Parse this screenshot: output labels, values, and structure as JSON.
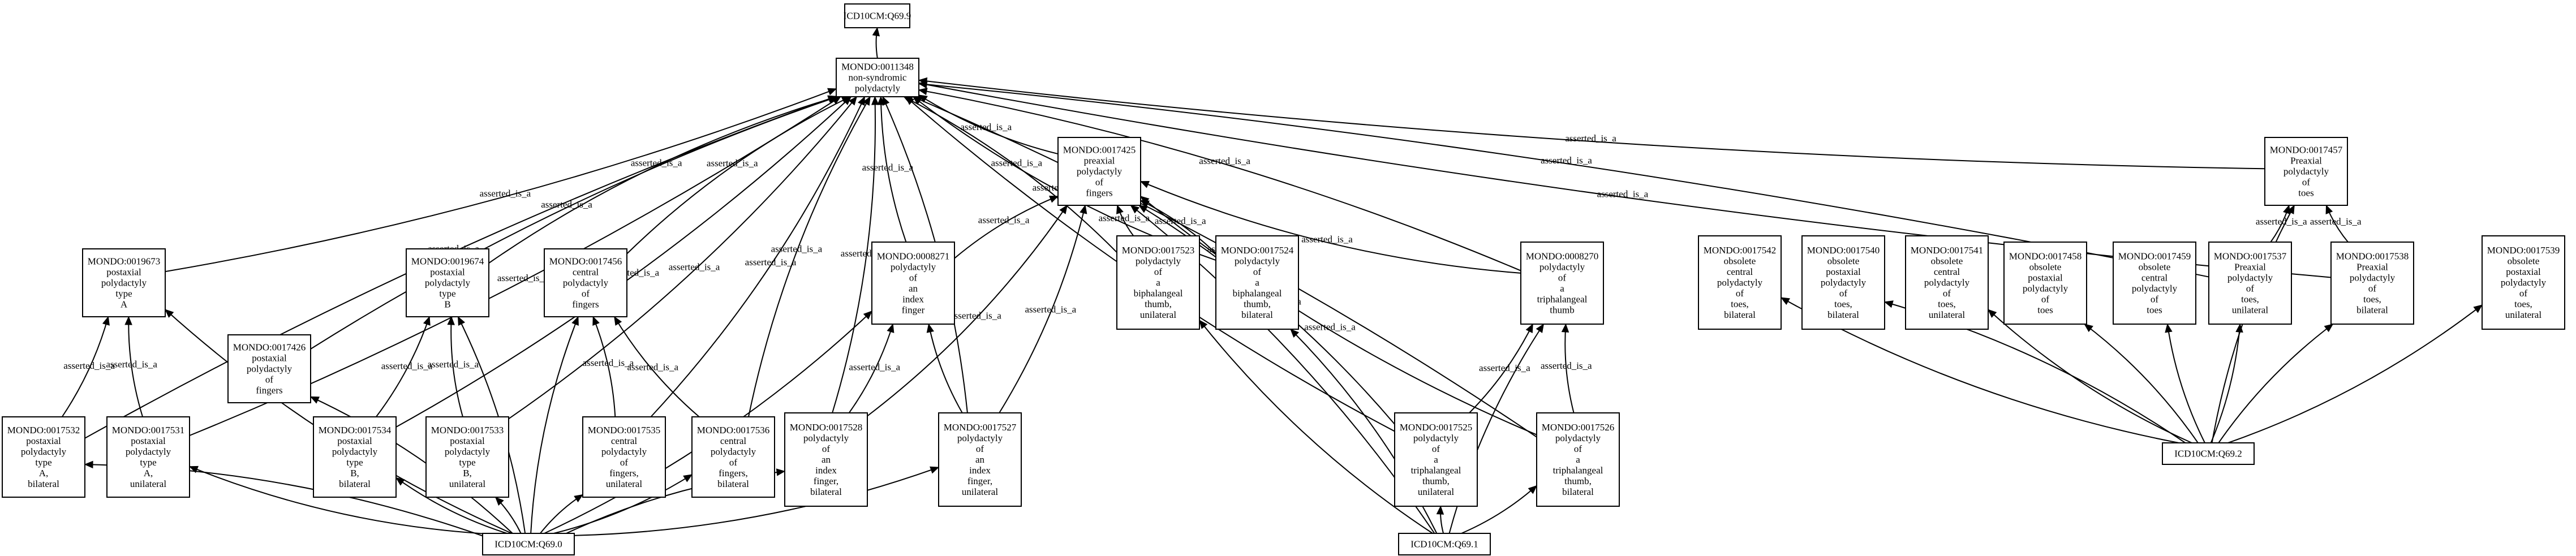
{
  "nodes": [
    {
      "id": "icd_q699",
      "lines": [
        "ICD10CM:Q69.9"
      ]
    },
    {
      "id": "m0011348",
      "lines": [
        "MONDO:0011348",
        "non-syndromic",
        "polydactyly"
      ]
    },
    {
      "id": "m0017425",
      "lines": [
        "MONDO:0017425",
        "preaxial",
        "polydactyly",
        "of",
        "fingers"
      ]
    },
    {
      "id": "m0017457",
      "lines": [
        "MONDO:0017457",
        "Preaxial",
        "polydactyly",
        "of",
        "toes"
      ]
    },
    {
      "id": "m0019673",
      "lines": [
        "MONDO:0019673",
        "postaxial",
        "polydactyly",
        "type",
        "A"
      ]
    },
    {
      "id": "m0017426",
      "lines": [
        "MONDO:0017426",
        "postaxial",
        "polydactyly",
        "of",
        "fingers"
      ]
    },
    {
      "id": "m0019674",
      "lines": [
        "MONDO:0019674",
        "postaxial",
        "polydactyly",
        "type",
        "B"
      ]
    },
    {
      "id": "m0017456",
      "lines": [
        "MONDO:0017456",
        "central",
        "polydactyly",
        "of",
        "fingers"
      ]
    },
    {
      "id": "m0008271",
      "lines": [
        "MONDO:0008271",
        "polydactyly",
        "of",
        "an",
        "index",
        "finger"
      ]
    },
    {
      "id": "m0017523",
      "lines": [
        "MONDO:0017523",
        "polydactyly",
        "of",
        "a",
        "biphalangeal",
        "thumb,",
        "unilateral"
      ]
    },
    {
      "id": "m0017524",
      "lines": [
        "MONDO:0017524",
        "polydactyly",
        "of",
        "a",
        "biphalangeal",
        "thumb,",
        "bilateral"
      ]
    },
    {
      "id": "m0008270",
      "lines": [
        "MONDO:0008270",
        "polydactyly",
        "of",
        "a",
        "triphalangeal",
        "thumb"
      ]
    },
    {
      "id": "m0017542",
      "lines": [
        "MONDO:0017542",
        "obsolete",
        "central",
        "polydactyly",
        "of",
        "toes,",
        "bilateral"
      ]
    },
    {
      "id": "m0017540",
      "lines": [
        "MONDO:0017540",
        "obsolete",
        "postaxial",
        "polydactyly",
        "of",
        "toes,",
        "bilateral"
      ]
    },
    {
      "id": "m0017541",
      "lines": [
        "MONDO:0017541",
        "obsolete",
        "central",
        "polydactyly",
        "of",
        "toes,",
        "unilateral"
      ]
    },
    {
      "id": "m0017458",
      "lines": [
        "MONDO:0017458",
        "obsolete",
        "postaxial",
        "polydactyly",
        "of",
        "toes"
      ]
    },
    {
      "id": "m0017459",
      "lines": [
        "MONDO:0017459",
        "obsolete",
        "central",
        "polydactyly",
        "of",
        "toes"
      ]
    },
    {
      "id": "m0017537",
      "lines": [
        "MONDO:0017537",
        "Preaxial",
        "polydactyly",
        "of",
        "toes,",
        "unilateral"
      ]
    },
    {
      "id": "m0017538",
      "lines": [
        "MONDO:0017538",
        "Preaxial",
        "polydactyly",
        "of",
        "toes,",
        "bilateral"
      ]
    },
    {
      "id": "m0017539",
      "lines": [
        "MONDO:0017539",
        "obsolete",
        "postaxial",
        "polydactyly",
        "of",
        "toes,",
        "unilateral"
      ]
    },
    {
      "id": "m0017532",
      "lines": [
        "MONDO:0017532",
        "postaxial",
        "polydactyly",
        "type",
        "A,",
        "bilateral"
      ]
    },
    {
      "id": "m0017531",
      "lines": [
        "MONDO:0017531",
        "postaxial",
        "polydactyly",
        "type",
        "A,",
        "unilateral"
      ]
    },
    {
      "id": "m0017534",
      "lines": [
        "MONDO:0017534",
        "postaxial",
        "polydactyly",
        "type",
        "B,",
        "bilateral"
      ]
    },
    {
      "id": "m0017533",
      "lines": [
        "MONDO:0017533",
        "postaxial",
        "polydactyly",
        "type",
        "B,",
        "unilateral"
      ]
    },
    {
      "id": "m0017535",
      "lines": [
        "MONDO:0017535",
        "central",
        "polydactyly",
        "of",
        "fingers,",
        "unilateral"
      ]
    },
    {
      "id": "m0017536",
      "lines": [
        "MONDO:0017536",
        "central",
        "polydactyly",
        "of",
        "fingers,",
        "bilateral"
      ]
    },
    {
      "id": "m0017528",
      "lines": [
        "MONDO:0017528",
        "polydactyly",
        "of",
        "an",
        "index",
        "finger,",
        "bilateral"
      ]
    },
    {
      "id": "m0017527",
      "lines": [
        "MONDO:0017527",
        "polydactyly",
        "of",
        "an",
        "index",
        "finger,",
        "unilateral"
      ]
    },
    {
      "id": "m0017525",
      "lines": [
        "MONDO:0017525",
        "polydactyly",
        "of",
        "a",
        "triphalangeal",
        "thumb,",
        "unilateral"
      ]
    },
    {
      "id": "m0017526",
      "lines": [
        "MONDO:0017526",
        "polydactyly",
        "of",
        "a",
        "triphalangeal",
        "thumb,",
        "bilateral"
      ]
    },
    {
      "id": "icd_q690",
      "lines": [
        "ICD10CM:Q69.0"
      ]
    },
    {
      "id": "icd_q691",
      "lines": [
        "ICD10CM:Q69.1"
      ]
    },
    {
      "id": "icd_q692",
      "lines": [
        "ICD10CM:Q69.2"
      ]
    }
  ],
  "edges": [
    {
      "from": "m0011348",
      "to": "icd_q699",
      "label": ""
    },
    {
      "from": "m0019673",
      "to": "m0011348",
      "label": "asserted_is_a"
    },
    {
      "from": "m0017532",
      "to": "m0011348",
      "label": "asserted_is_a"
    },
    {
      "from": "m0017531",
      "to": "m0011348",
      "label": "asserted_is_a"
    },
    {
      "from": "m0017426",
      "to": "m0011348",
      "label": "asserted_is_a"
    },
    {
      "from": "m0017534",
      "to": "m0011348",
      "label": "asserted_is_a"
    },
    {
      "from": "m0019674",
      "to": "m0011348",
      "label": "asserted_is_a"
    },
    {
      "from": "m0017533",
      "to": "m0011348",
      "label": "asserted_is_a"
    },
    {
      "from": "m0017456",
      "to": "m0011348",
      "label": "asserted_is_a"
    },
    {
      "from": "m0017535",
      "to": "m0011348",
      "label": "asserted_is_a"
    },
    {
      "from": "m0017536",
      "to": "m0011348",
      "label": "asserted_is_a"
    },
    {
      "from": "m0017528",
      "to": "m0011348",
      "label": "asserted_is_a"
    },
    {
      "from": "m0008271",
      "to": "m0011348",
      "label": "asserted_is_a"
    },
    {
      "from": "m0017527",
      "to": "m0011348",
      "label": ""
    },
    {
      "from": "m0017425",
      "to": "m0011348",
      "label": "asserted_is_a"
    },
    {
      "from": "m0017523",
      "to": "m0011348",
      "label": "asserted_is_a"
    },
    {
      "from": "m0017524",
      "to": "m0011348",
      "label": "asserted_is_a"
    },
    {
      "from": "m0008270",
      "to": "m0011348",
      "label": "asserted_is_a"
    },
    {
      "from": "m0017525",
      "to": "m0011348",
      "label": ""
    },
    {
      "from": "m0017526",
      "to": "m0011348",
      "label": "asserted_is_a"
    },
    {
      "from": "m0017457",
      "to": "m0011348",
      "label": "asserted_is_a"
    },
    {
      "from": "m0017537",
      "to": "m0011348",
      "label": "asserted_is_a"
    },
    {
      "from": "m0017538",
      "to": "m0011348",
      "label": "asserted_is_a"
    },
    {
      "from": "m0017532",
      "to": "m0019673",
      "label": "asserted_is_a"
    },
    {
      "from": "m0017531",
      "to": "m0019673",
      "label": "asserted_is_a"
    },
    {
      "from": "m0017534",
      "to": "m0019674",
      "label": "asserted_is_a"
    },
    {
      "from": "m0017533",
      "to": "m0019674",
      "label": "asserted_is_a"
    },
    {
      "from": "m0017535",
      "to": "m0017456",
      "label": "asserted_is_a"
    },
    {
      "from": "m0017536",
      "to": "m0017456",
      "label": "asserted_is_a"
    },
    {
      "from": "m0017528",
      "to": "m0008271",
      "label": "asserted_is_a"
    },
    {
      "from": "m0017527",
      "to": "m0008271",
      "label": ""
    },
    {
      "from": "m0017528",
      "to": "m0017425",
      "label": "asserted_is_a"
    },
    {
      "from": "m0008271",
      "to": "m0017425",
      "label": "asserted_is_a"
    },
    {
      "from": "m0017527",
      "to": "m0017425",
      "label": "asserted_is_a"
    },
    {
      "from": "m0017523",
      "to": "m0017425",
      "label": "asserted_is_a"
    },
    {
      "from": "m0017524",
      "to": "m0017425",
      "label": "asserted_is_a"
    },
    {
      "from": "m0008270",
      "to": "m0017425",
      "label": "asserted_is_a"
    },
    {
      "from": "m0017525",
      "to": "m0017425",
      "label": "asserted_is_a"
    },
    {
      "from": "m0017526",
      "to": "m0017425",
      "label": "asserted_is_a"
    },
    {
      "from": "m0017525",
      "to": "m0008270",
      "label": "asserted_is_a"
    },
    {
      "from": "m0017526",
      "to": "m0008270",
      "label": "asserted_is_a"
    },
    {
      "from": "m0017537",
      "to": "m0017457",
      "label": "asserted_is_a"
    },
    {
      "from": "m0017538",
      "to": "m0017457",
      "label": "asserted_is_a"
    },
    {
      "from": "icd_q690",
      "to": "m0017532",
      "label": ""
    },
    {
      "from": "icd_q690",
      "to": "m0017531",
      "label": ""
    },
    {
      "from": "icd_q690",
      "to": "m0017426",
      "label": ""
    },
    {
      "from": "icd_q690",
      "to": "m0017534",
      "label": ""
    },
    {
      "from": "icd_q690",
      "to": "m0017533",
      "label": ""
    },
    {
      "from": "icd_q690",
      "to": "m0017535",
      "label": ""
    },
    {
      "from": "icd_q690",
      "to": "m0017536",
      "label": ""
    },
    {
      "from": "icd_q690",
      "to": "m0017528",
      "label": ""
    },
    {
      "from": "icd_q690",
      "to": "m0017527",
      "label": ""
    },
    {
      "from": "icd_q690",
      "to": "m0019673",
      "label": ""
    },
    {
      "from": "icd_q690",
      "to": "m0019674",
      "label": ""
    },
    {
      "from": "icd_q690",
      "to": "m0017456",
      "label": ""
    },
    {
      "from": "icd_q690",
      "to": "m0008271",
      "label": ""
    },
    {
      "from": "icd_q691",
      "to": "m0017525",
      "label": ""
    },
    {
      "from": "icd_q691",
      "to": "m0017526",
      "label": ""
    },
    {
      "from": "icd_q691",
      "to": "m0017523",
      "label": ""
    },
    {
      "from": "icd_q691",
      "to": "m0017524",
      "label": ""
    },
    {
      "from": "icd_q691",
      "to": "m0008270",
      "label": ""
    },
    {
      "from": "icd_q691",
      "to": "m0017425",
      "label": ""
    },
    {
      "from": "icd_q692",
      "to": "m0017542",
      "label": ""
    },
    {
      "from": "icd_q692",
      "to": "m0017540",
      "label": ""
    },
    {
      "from": "icd_q692",
      "to": "m0017541",
      "label": ""
    },
    {
      "from": "icd_q692",
      "to": "m0017458",
      "label": ""
    },
    {
      "from": "icd_q692",
      "to": "m0017459",
      "label": ""
    },
    {
      "from": "icd_q692",
      "to": "m0017537",
      "label": ""
    },
    {
      "from": "icd_q692",
      "to": "m0017538",
      "label": ""
    },
    {
      "from": "icd_q692",
      "to": "m0017539",
      "label": ""
    },
    {
      "from": "icd_q692",
      "to": "m0017457",
      "label": ""
    }
  ]
}
